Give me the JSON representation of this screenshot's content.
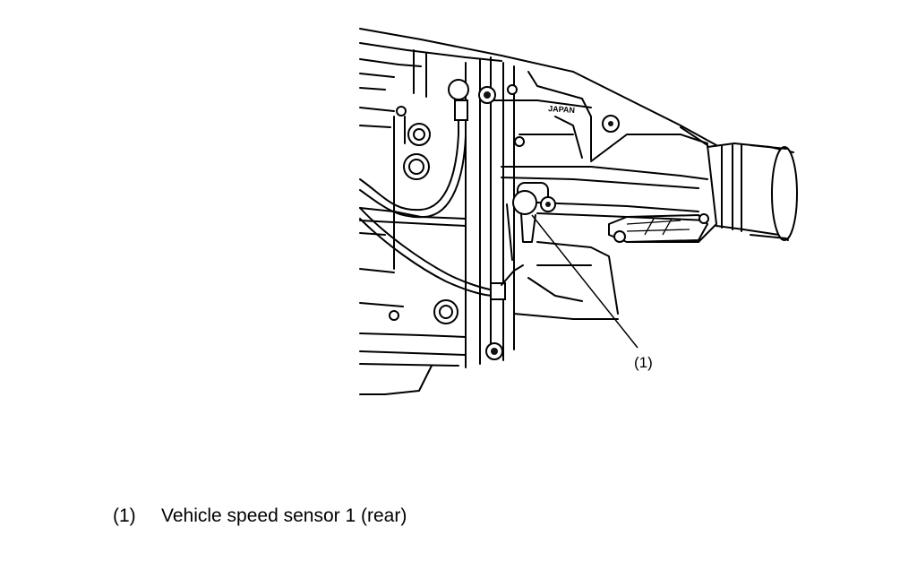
{
  "figure": {
    "callout_label": "(1)",
    "japan_stamp": "JAPAN",
    "legend": [
      {
        "number": "(1)",
        "text": "Vehicle speed sensor 1 (rear)"
      }
    ]
  }
}
